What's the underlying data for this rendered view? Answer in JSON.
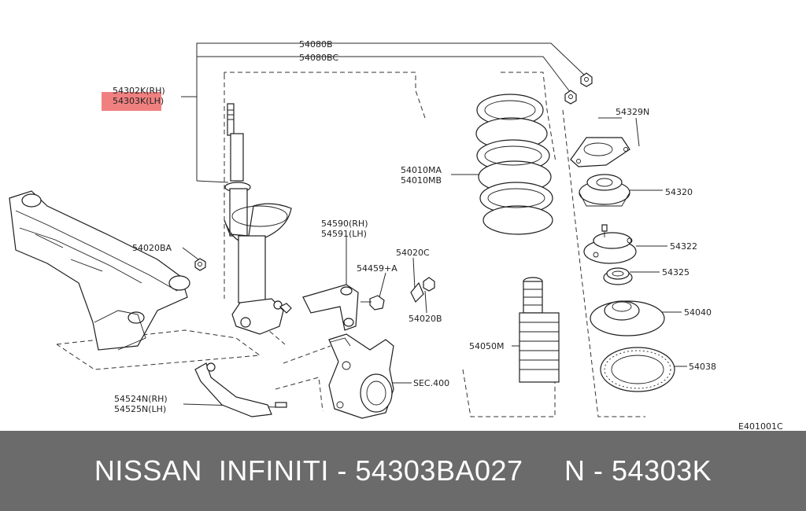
{
  "diagram": {
    "labels": {
      "l_54080B": "54080B",
      "l_54080BC": "54080BC",
      "l_54302K": "54302K(RH)",
      "l_54303K": "54303K(LH)",
      "l_54329N": "54329N",
      "l_54010MA": "54010MA",
      "l_54010MB": "54010MB",
      "l_54320": "54320",
      "l_54590": "54590(RH)",
      "l_54591": "54591(LH)",
      "l_54020BA": "54020BA",
      "l_54020C": "54020C",
      "l_54459A": "54459+A",
      "l_54322": "54322",
      "l_54325": "54325",
      "l_54020B": "54020B",
      "l_54040": "54040",
      "l_54050M": "54050M",
      "l_sec400": "SEC.400",
      "l_54038": "54038",
      "l_54524N": "54524N(RH)",
      "l_54525N": "54525N(LH)",
      "l_code": "E401001C"
    },
    "highlight_color": "#f08080"
  },
  "banner": {
    "text": "NISSAN  INFINITI - 54303BA027     N - 54303K",
    "background": "#6b6b6b",
    "text_color": "#ffffff"
  }
}
